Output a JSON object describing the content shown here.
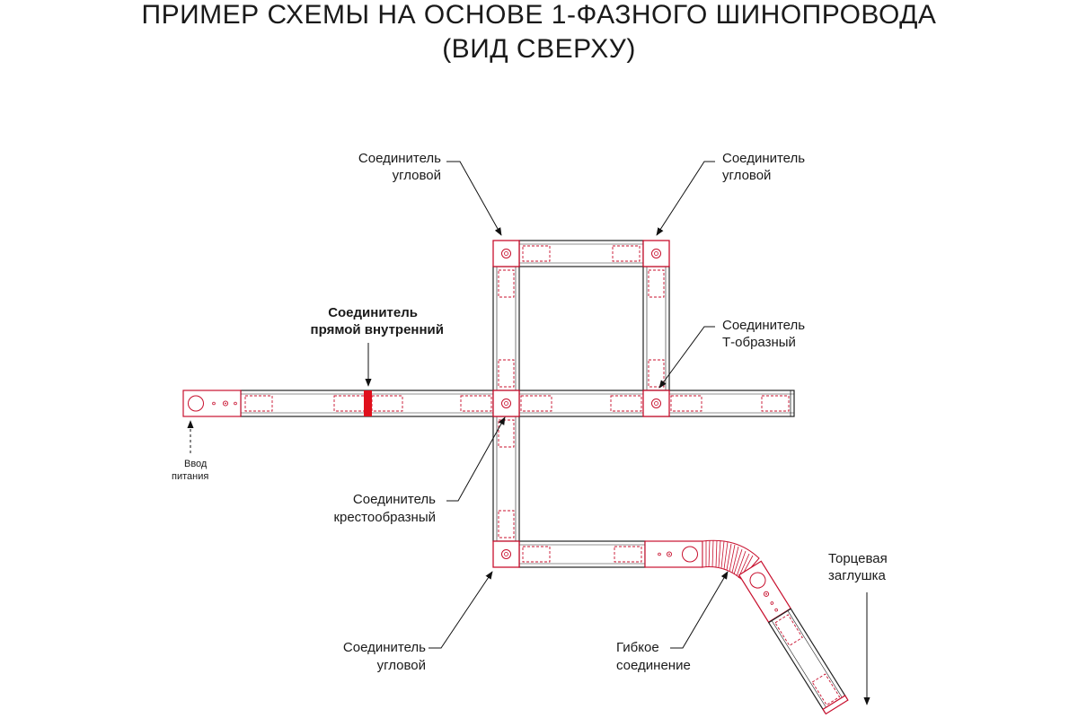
{
  "title": "ПРИМЕР СХЕМЫ НА ОСНОВЕ 1-ФАЗНОГО ШИНОПРОВОДА",
  "subtitle": "(ВИД СВЕРХУ)",
  "labels": {
    "corner_tl": [
      "Соединитель",
      "угловой"
    ],
    "corner_tr": [
      "Соединитель",
      "угловой"
    ],
    "straight_inner": [
      "Соединитель",
      "прямой внутренний"
    ],
    "t_shaped": [
      "Соединитель",
      "Т-образный"
    ],
    "power_input": [
      "Ввод",
      "питания"
    ],
    "cross": [
      "Соединитель",
      "крестообразный"
    ],
    "corner_bottom": [
      "Соединитель",
      "угловой"
    ],
    "flexible": [
      "Гибкое",
      "соединение"
    ],
    "end_cap": [
      "Торцевая",
      "заглушка"
    ]
  },
  "colors": {
    "accent": "#c8102e",
    "track": "#222222",
    "text": "#1a1a1a"
  }
}
